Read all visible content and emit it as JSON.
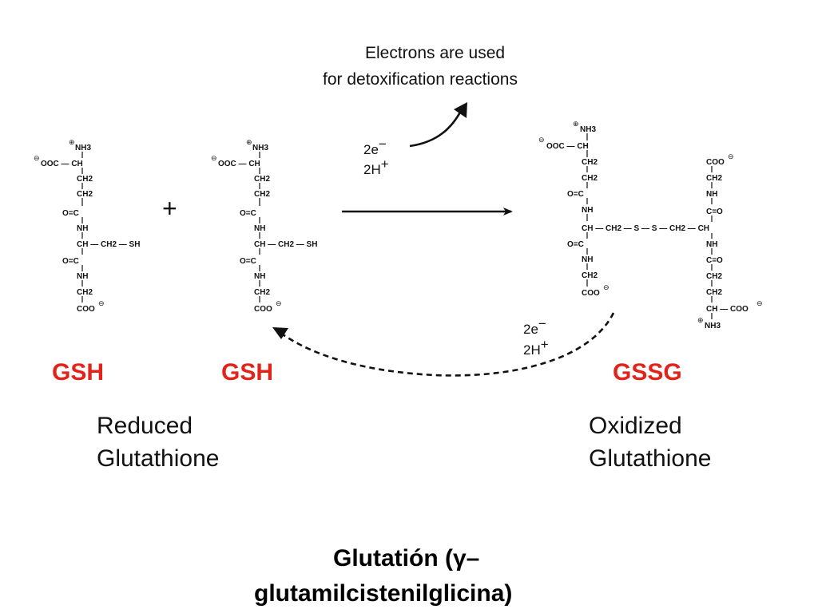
{
  "annotation": {
    "line1": "Electrons are used",
    "line2": "for detoxification reactions"
  },
  "electrons_forward": {
    "electrons": "2e",
    "electrons_charge": "−",
    "protons": "2H",
    "protons_charge": "+"
  },
  "electrons_back": {
    "electrons": "2e",
    "electrons_charge": "−",
    "protons": "2H",
    "protons_charge": "+"
  },
  "plus_sign": "+",
  "chem": {
    "nh3": "NH3",
    "ooc_ch": "OOC — CH",
    "ch": "CH",
    "ch2": "CH2",
    "o_c": "O=C",
    "c_o": "C=O",
    "nh": "NH",
    "ch_ch2_sh": "CH — CH2 — SH",
    "coo": "COO",
    "ooc": "OOC",
    "ch_coo": "CH — COO",
    "ch_link": "CH — CH2 — S — S — CH2 — CH",
    "minus_charge": "⊖",
    "plus_charge": "⊕"
  },
  "molecules": {
    "gsh1": "GSH",
    "gsh2": "GSH",
    "gssg": "GSSG"
  },
  "labels": {
    "reduced_1": "Reduced",
    "reduced_2": "Glutathione",
    "oxidized_1": "Oxidized",
    "oxidized_2": "Glutathione"
  },
  "caption": {
    "line1": "Glutatión (γ–",
    "line2": "glutamilcistenilglicina)"
  }
}
